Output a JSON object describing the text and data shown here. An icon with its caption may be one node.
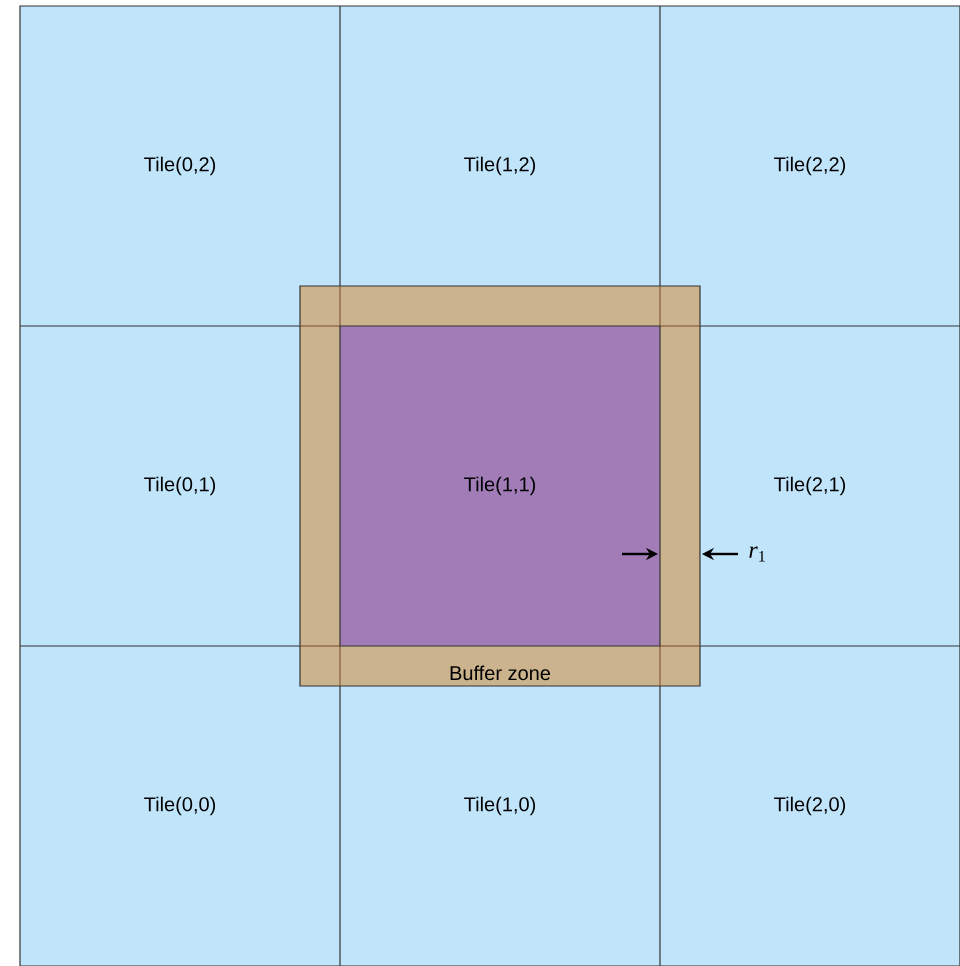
{
  "diagram": {
    "nodes": [
      {
        "text": [
          "Tile(0,2)"
        ]
      },
      {
        "text": [
          "Tile(1,2)"
        ]
      },
      {
        "text": [
          "Tile(2,2)"
        ]
      },
      {
        "text": [
          "Tile(0,1)"
        ]
      },
      {
        "text": [
          "Buffer zone"
        ]
      },
      {
        "text": [
          "Tile(1,1)"
        ],
        "in": 4
      },
      {
        "text": [
          "Tile(2,1)"
        ]
      },
      {
        "text": [
          "Tile(0,0)"
        ]
      },
      {
        "text": [
          "Tile(1,0)"
        ]
      },
      {
        "text": [
          "Tile(2,0)"
        ]
      }
    ],
    "edges": [],
    "labels": [
      "*r*$_{1}$"
    ]
  }
}
